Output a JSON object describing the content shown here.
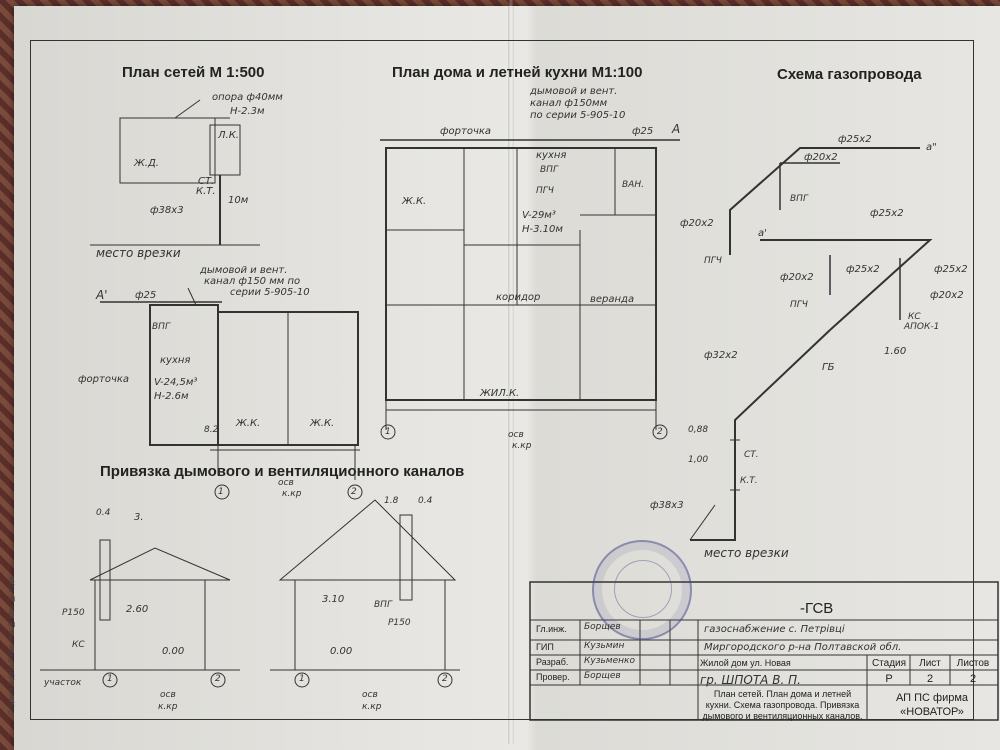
{
  "titles": {
    "network_plan": "План сетей М 1:500",
    "house_plan": "План дома и летней кухни М1:100",
    "gas_scheme": "Схема газопровода",
    "chimney_binding": "Привязка дымового и вентиляционного каналов"
  },
  "network_plan": {
    "support": "опора ф40мм",
    "height": "Н-2.3м",
    "house": "Ж.Д.",
    "kitchen": "Л.К.",
    "pipe": "ф38х3",
    "length": "10м",
    "st": "СТ.",
    "kt": "К.Т.",
    "tie_in": "место врезки"
  },
  "kitchen_plan": {
    "channel_note_1": "дымовой и вент.",
    "channel_note_2": "канал ф150 мм по",
    "channel_note_3": "серии 5-905-10",
    "axis_a": "А'",
    "pipe": "ф25",
    "vpg": "ВПГ",
    "room": "кухня",
    "volume": "V-24,5м³",
    "height": "Н-2.6м",
    "vent": "форточка",
    "living1": "Ж.К.",
    "living2": "Ж.К.",
    "axis_1": "1",
    "axis_2": "2",
    "dim": "8.2",
    "osb": "осв",
    "kkr": "к.кр"
  },
  "house_plan": {
    "channel_note_1": "дымовой и вент.",
    "channel_note_2": "канал ф150мм",
    "channel_note_3": "по серии 5-905-10",
    "vent": "форточка",
    "pipe": "ф25",
    "axis_a": "А",
    "kitchen": "кухня",
    "vpg": "ВПГ",
    "pgch": "ПГЧ",
    "bath": "ВАН.",
    "volume": "V-29м³",
    "height": "Н-3.10м",
    "living": "Ж.К.",
    "corridor": "коридор",
    "veranda": "веранда",
    "living_room": "ЖИЛ.К.",
    "axis_1": "1",
    "axis_2": "2",
    "osb": "осв",
    "kkr": "к.кр"
  },
  "gas_scheme": {
    "p1": "ф25х2",
    "p2": "ф20х2",
    "p3": "ф20х2",
    "p4": "ф25х2",
    "p5": "ф20х2",
    "p6": "ф25х2",
    "p7": "ф25х2",
    "p8": "ф20х2",
    "p9": "ф32х2",
    "p10": "ф38х3",
    "a1": "а\"",
    "a2": "а'",
    "vpg": "ВПГ",
    "pgch1": "ПГЧ",
    "pgch2": "ПГЧ",
    "ks": "КС",
    "apok": "АПОК-1",
    "gb": "ГБ",
    "h160": "1.60",
    "st": "СТ.",
    "kt": "К.Т.",
    "h088": "0,88",
    "h100": "1,00",
    "tie_in": "место врезки"
  },
  "chimney": {
    "d1": "0.4",
    "d2": "3.",
    "h1": "2.60",
    "z1": "0.00",
    "p1": "Р150",
    "ks": "КС",
    "uchastok": "участок",
    "ax1": "1",
    "ax2": "2",
    "osb1": "осв",
    "kkr1": "к.кр",
    "d3": "1.8",
    "d4": "0.4",
    "h2": "3.10",
    "z2": "0.00",
    "p2": "Р150",
    "vpg": "ВПГ",
    "ax3": "1",
    "ax4": "2",
    "osb2": "осв",
    "kkr2": "к.кр"
  },
  "title_block": {
    "code": "-ГСВ",
    "project_1": "газоснабжение с. Петрівці",
    "project_2": "Миргородского р-на Полтавской обл.",
    "building": "Жилой дом ул. Новая",
    "owner": "гр. ШПОТА В. П.",
    "roles": [
      {
        "role": "Гл.инж.",
        "name": "Борщев"
      },
      {
        "role": "ГИП",
        "name": "Кузьмин"
      },
      {
        "role": "Разраб.",
        "name": "Кузьменко"
      },
      {
        "role": "Провер.",
        "name": "Борщев"
      }
    ],
    "stage_hdr": "Стадия",
    "sheet_hdr": "Лист",
    "sheets_hdr": "Листов",
    "stage": "Р",
    "sheet": "2",
    "sheets": "2",
    "description": "План сетей. План дома и летней кухни. Схема газопровода. Привязка дымового и вентиляционных каналов.",
    "firm_1": "АП ПС фирма",
    "firm_2": "«НОВАТОР»"
  },
  "side_band": "Подпись и дата   Взам. инв. №   Инв. № подл."
}
